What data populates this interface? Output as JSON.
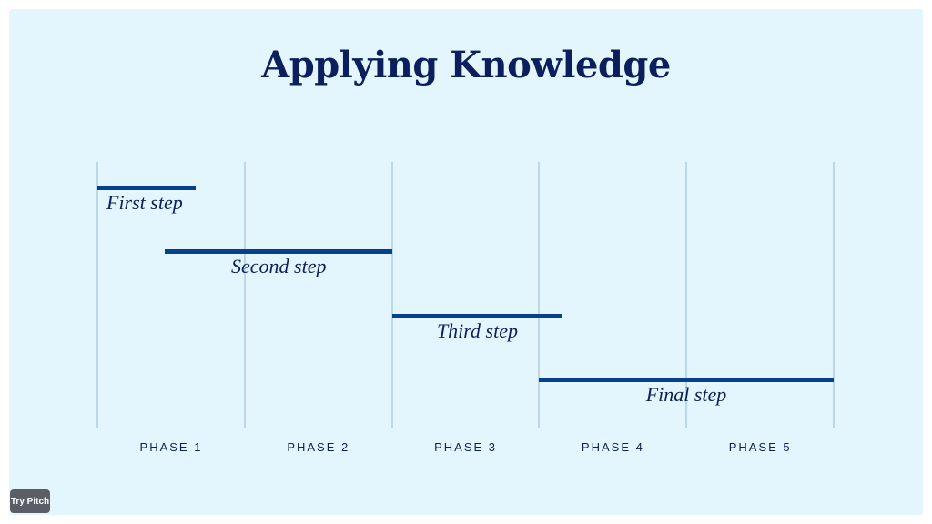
{
  "title": "Applying Knowledge",
  "phases": [
    "PHASE 1",
    "PHASE 2",
    "PHASE 3",
    "PHASE 4",
    "PHASE 5"
  ],
  "steps": [
    {
      "label": "First step",
      "start_phase": 0.0,
      "end_phase": 0.67
    },
    {
      "label": "Second step",
      "start_phase": 0.46,
      "end_phase": 2.0
    },
    {
      "label": "Third step",
      "start_phase": 2.0,
      "end_phase": 3.16
    },
    {
      "label": "Final step",
      "start_phase": 3.0,
      "end_phase": 5.0
    }
  ],
  "colors": {
    "background": "#e4f6fd",
    "bar": "#05428a",
    "gridline": "#bcd7e8",
    "text": "#0b1f5c"
  },
  "badge": {
    "label": "Try Pitch"
  }
}
